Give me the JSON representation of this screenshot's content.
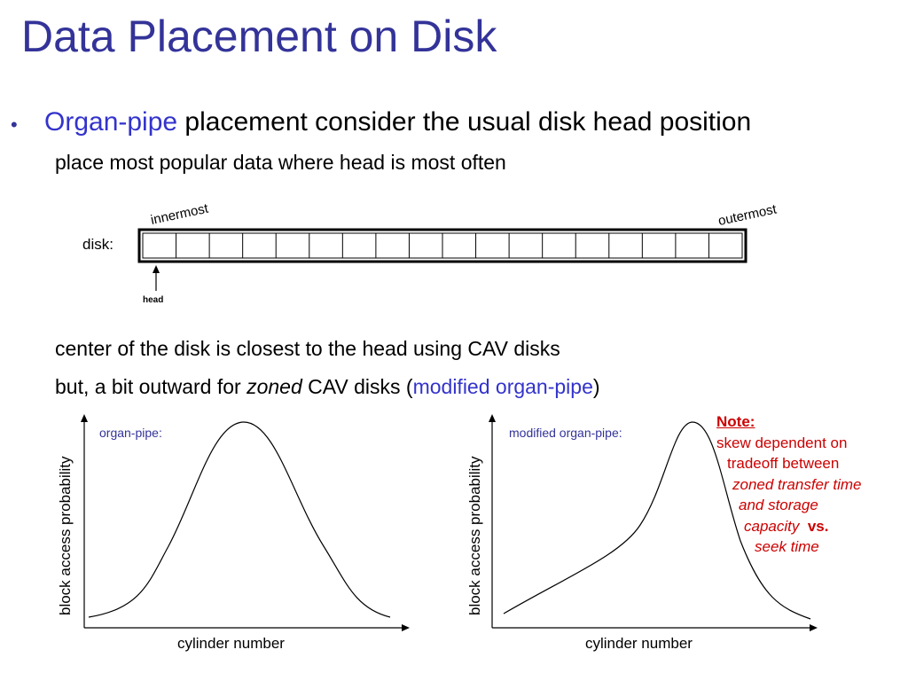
{
  "title": "Data Placement on Disk",
  "bullet": {
    "marker": "•",
    "highlight": "Organ-pipe",
    "rest": " placement consider the usual disk head position"
  },
  "sub_points": [
    "place most popular data where head is most often",
    "center of the disk is closest to the head using CAV disks"
  ],
  "sub3": {
    "prefix": "but, a bit outward for ",
    "italic": "zoned",
    "middle": "  CAV disks (",
    "highlight": "modified organ-pipe",
    "suffix": ")"
  },
  "disk": {
    "label": "disk:",
    "innermost": "innermost",
    "outermost": "outermost",
    "head_label": "head",
    "cell_count": 18
  },
  "charts": [
    {
      "label": "organ-pipe:",
      "xlabel": "cylinder number",
      "ylabel": "block access probability"
    },
    {
      "label": "modified organ-pipe:",
      "xlabel": "cylinder number",
      "ylabel": "block access probability"
    }
  ],
  "note": {
    "title": "Note:",
    "line1": "skew dependent on",
    "line2": "tradeoff between",
    "line3": "zoned transfer time",
    "line4": "and storage",
    "line5a": "capacity",
    "line5b": "vs.",
    "line6": "seek time"
  },
  "colors": {
    "title": "#333399",
    "highlight": "#3333cc",
    "note": "#cc0000"
  }
}
